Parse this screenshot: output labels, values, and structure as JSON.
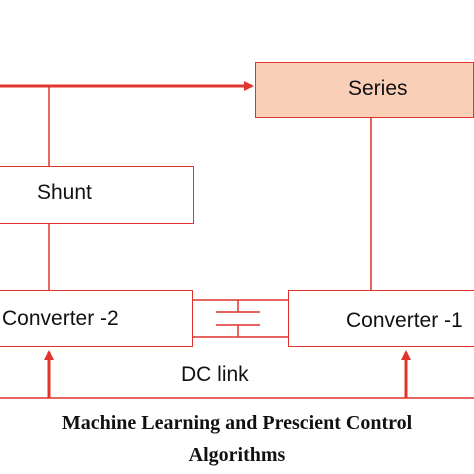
{
  "diagram": {
    "series_label": "Series",
    "shunt_label": "Shunt",
    "converter2_label": "Converter -2",
    "converter1_label": "Converter -1",
    "dclink_label": "DC link",
    "bottom_line1": "Machine Learning and Prescient Control",
    "bottom_line2": "Algorithms"
  },
  "colors": {
    "line": "#e0342d",
    "series_fill": "#f9cfb8",
    "text": "#111111"
  }
}
